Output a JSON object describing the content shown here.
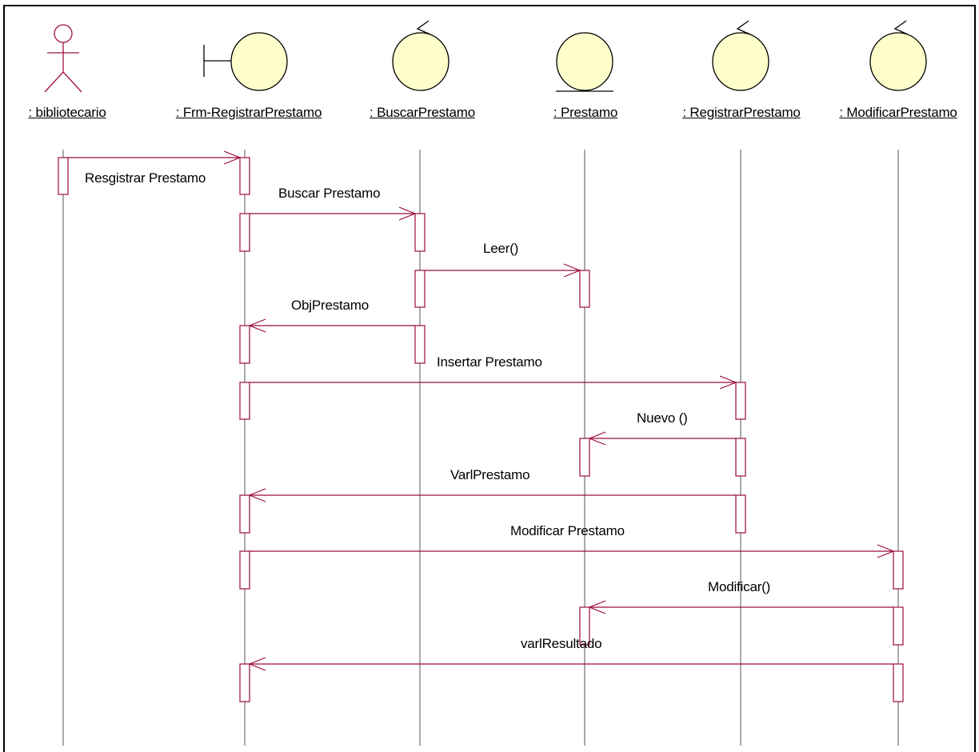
{
  "colors": {
    "line": "#9c0a3a",
    "actor": "#a01040",
    "object_fill": "#ffffcc",
    "lifeline": "#555555"
  },
  "objects": [
    {
      "id": "bibliotecario",
      "label": ": bibliotecario",
      "kind": "actor",
      "icon": "actor-icon"
    },
    {
      "id": "frm",
      "label": ": Frm-RegistrarPrestamo",
      "kind": "boundary",
      "icon": "boundary-icon"
    },
    {
      "id": "buscar",
      "label": ": BuscarPrestamo",
      "kind": "control",
      "icon": "control-icon"
    },
    {
      "id": "prestamo",
      "label": ": Prestamo",
      "kind": "entity",
      "icon": "entity-icon"
    },
    {
      "id": "registrar",
      "label": ": RegistrarPrestamo",
      "kind": "control",
      "icon": "control-icon"
    },
    {
      "id": "modificar",
      "label": ": ModificarPrestamo",
      "kind": "control",
      "icon": "control-icon"
    }
  ],
  "messages": [
    {
      "from": "bibliotecario",
      "to": "frm",
      "label": "Resgistrar Prestamo"
    },
    {
      "from": "frm",
      "to": "buscar",
      "label": "Buscar Prestamo"
    },
    {
      "from": "buscar",
      "to": "prestamo",
      "label": "Leer()"
    },
    {
      "from": "buscar",
      "to": "frm",
      "label": "ObjPrestamo"
    },
    {
      "from": "frm",
      "to": "registrar",
      "label": "Insertar Prestamo"
    },
    {
      "from": "registrar",
      "to": "prestamo",
      "label": "Nuevo ()"
    },
    {
      "from": "registrar",
      "to": "frm",
      "label": "VarlPrestamo"
    },
    {
      "from": "frm",
      "to": "modificar",
      "label": "Modificar Prestamo"
    },
    {
      "from": "modificar",
      "to": "prestamo",
      "label": "Modificar()"
    },
    {
      "from": "modificar",
      "to": "frm",
      "label": "varlResultado"
    }
  ]
}
